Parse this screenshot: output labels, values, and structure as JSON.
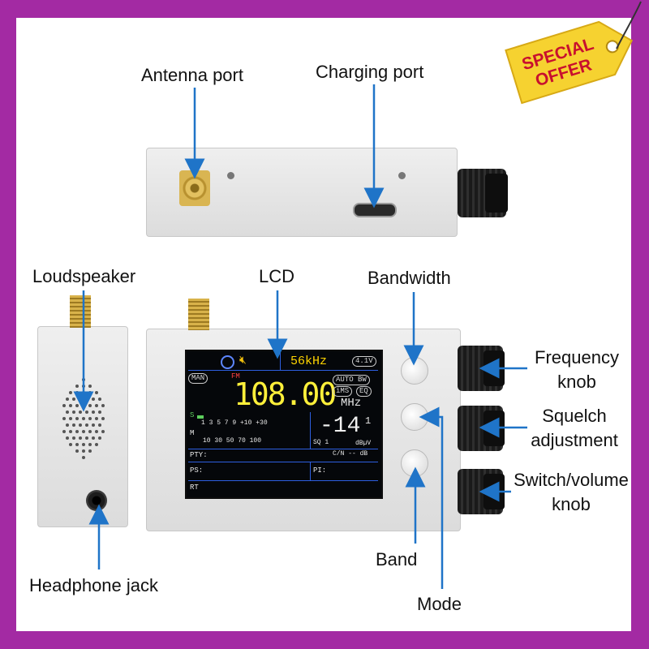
{
  "labels": {
    "antenna_port": "Antenna port",
    "charging_port": "Charging port",
    "loudspeaker": "Loudspeaker",
    "lcd": "LCD",
    "bandwidth": "Bandwidth",
    "frequency_knob": "Frequency\nknob",
    "squelch": "Squelch\nadjustment",
    "switch_volume": "Switch/volume\nknob",
    "band": "Band",
    "mode": "Mode",
    "headphone_jack": "Headphone jack"
  },
  "badge": {
    "line1": "SPECIAL",
    "line2": "OFFER"
  },
  "screen": {
    "bandwidth": "56kHz",
    "battery": "4.1V",
    "mode_tag": "MAN",
    "band_tag": "FM",
    "frequency": "108.00",
    "unit": "MHz",
    "auto_bw": "AUTO BW",
    "ims": "iMS",
    "eq": "EQ",
    "signal_value": "-14",
    "signal_sub": "1",
    "signal_unit": "dBµV",
    "s_scale": "1  3  5  7  9 +10  +30",
    "m_scale": "10  30  50  70   100",
    "sq": "SQ 1",
    "cn": "C/N   -- dB",
    "pty": "PTY:",
    "ps": "PS:",
    "pi": "PI:",
    "rt": "RT",
    "s_label": "S",
    "m_label": "M"
  },
  "colors": {
    "frame": "#a32aa3",
    "arrow": "#1f74c8",
    "frequency": "#fff03a",
    "signal": "#f0f0f0",
    "lcd_bg": "#05070a",
    "lcd_lines": "#2d5fe0",
    "badge": "#f6d230",
    "badge_text": "#c8102e"
  },
  "icons": {
    "mute": "speaker-mute-icon",
    "circle": "circle-indicator-icon"
  }
}
